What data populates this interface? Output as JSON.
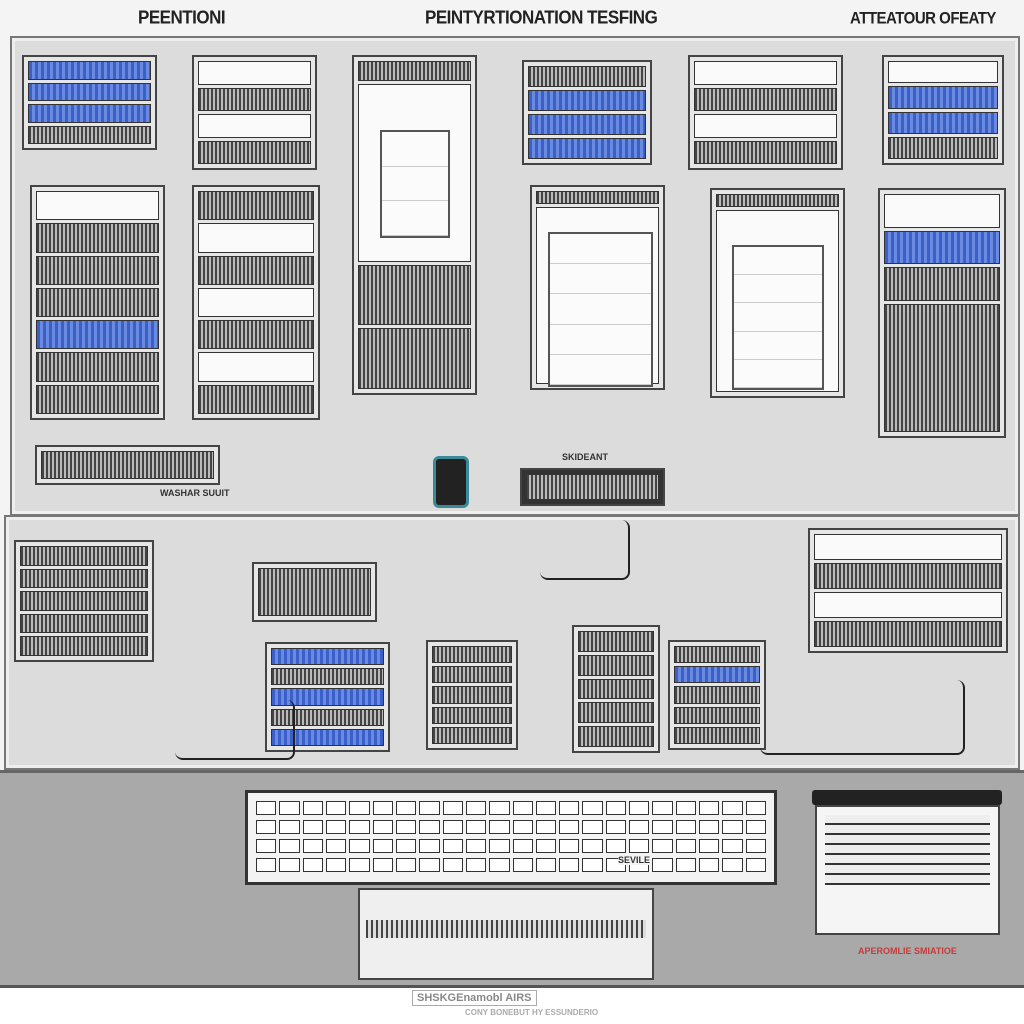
{
  "header": {
    "left_title": "PEENTIONI",
    "center_title": "PEINTYRTIONATION TESFING",
    "right_title": "ATTEATOUR OFEATY"
  },
  "labels": {
    "rack_label_1": "WASHAR SUUIT",
    "rack_label_2": "SKIDEANT",
    "keyboard_label": "SEVILE",
    "footer_main": "SHSKGEnamobl AIRS",
    "footer_sub": "CONY BONEBUT HY ESSUNDERIO",
    "laptop_caption": "APEROMLIE SMIATIOE"
  },
  "colors": {
    "accent_blue": "#3a5fc8",
    "laptop_red": "#c83a3a"
  }
}
